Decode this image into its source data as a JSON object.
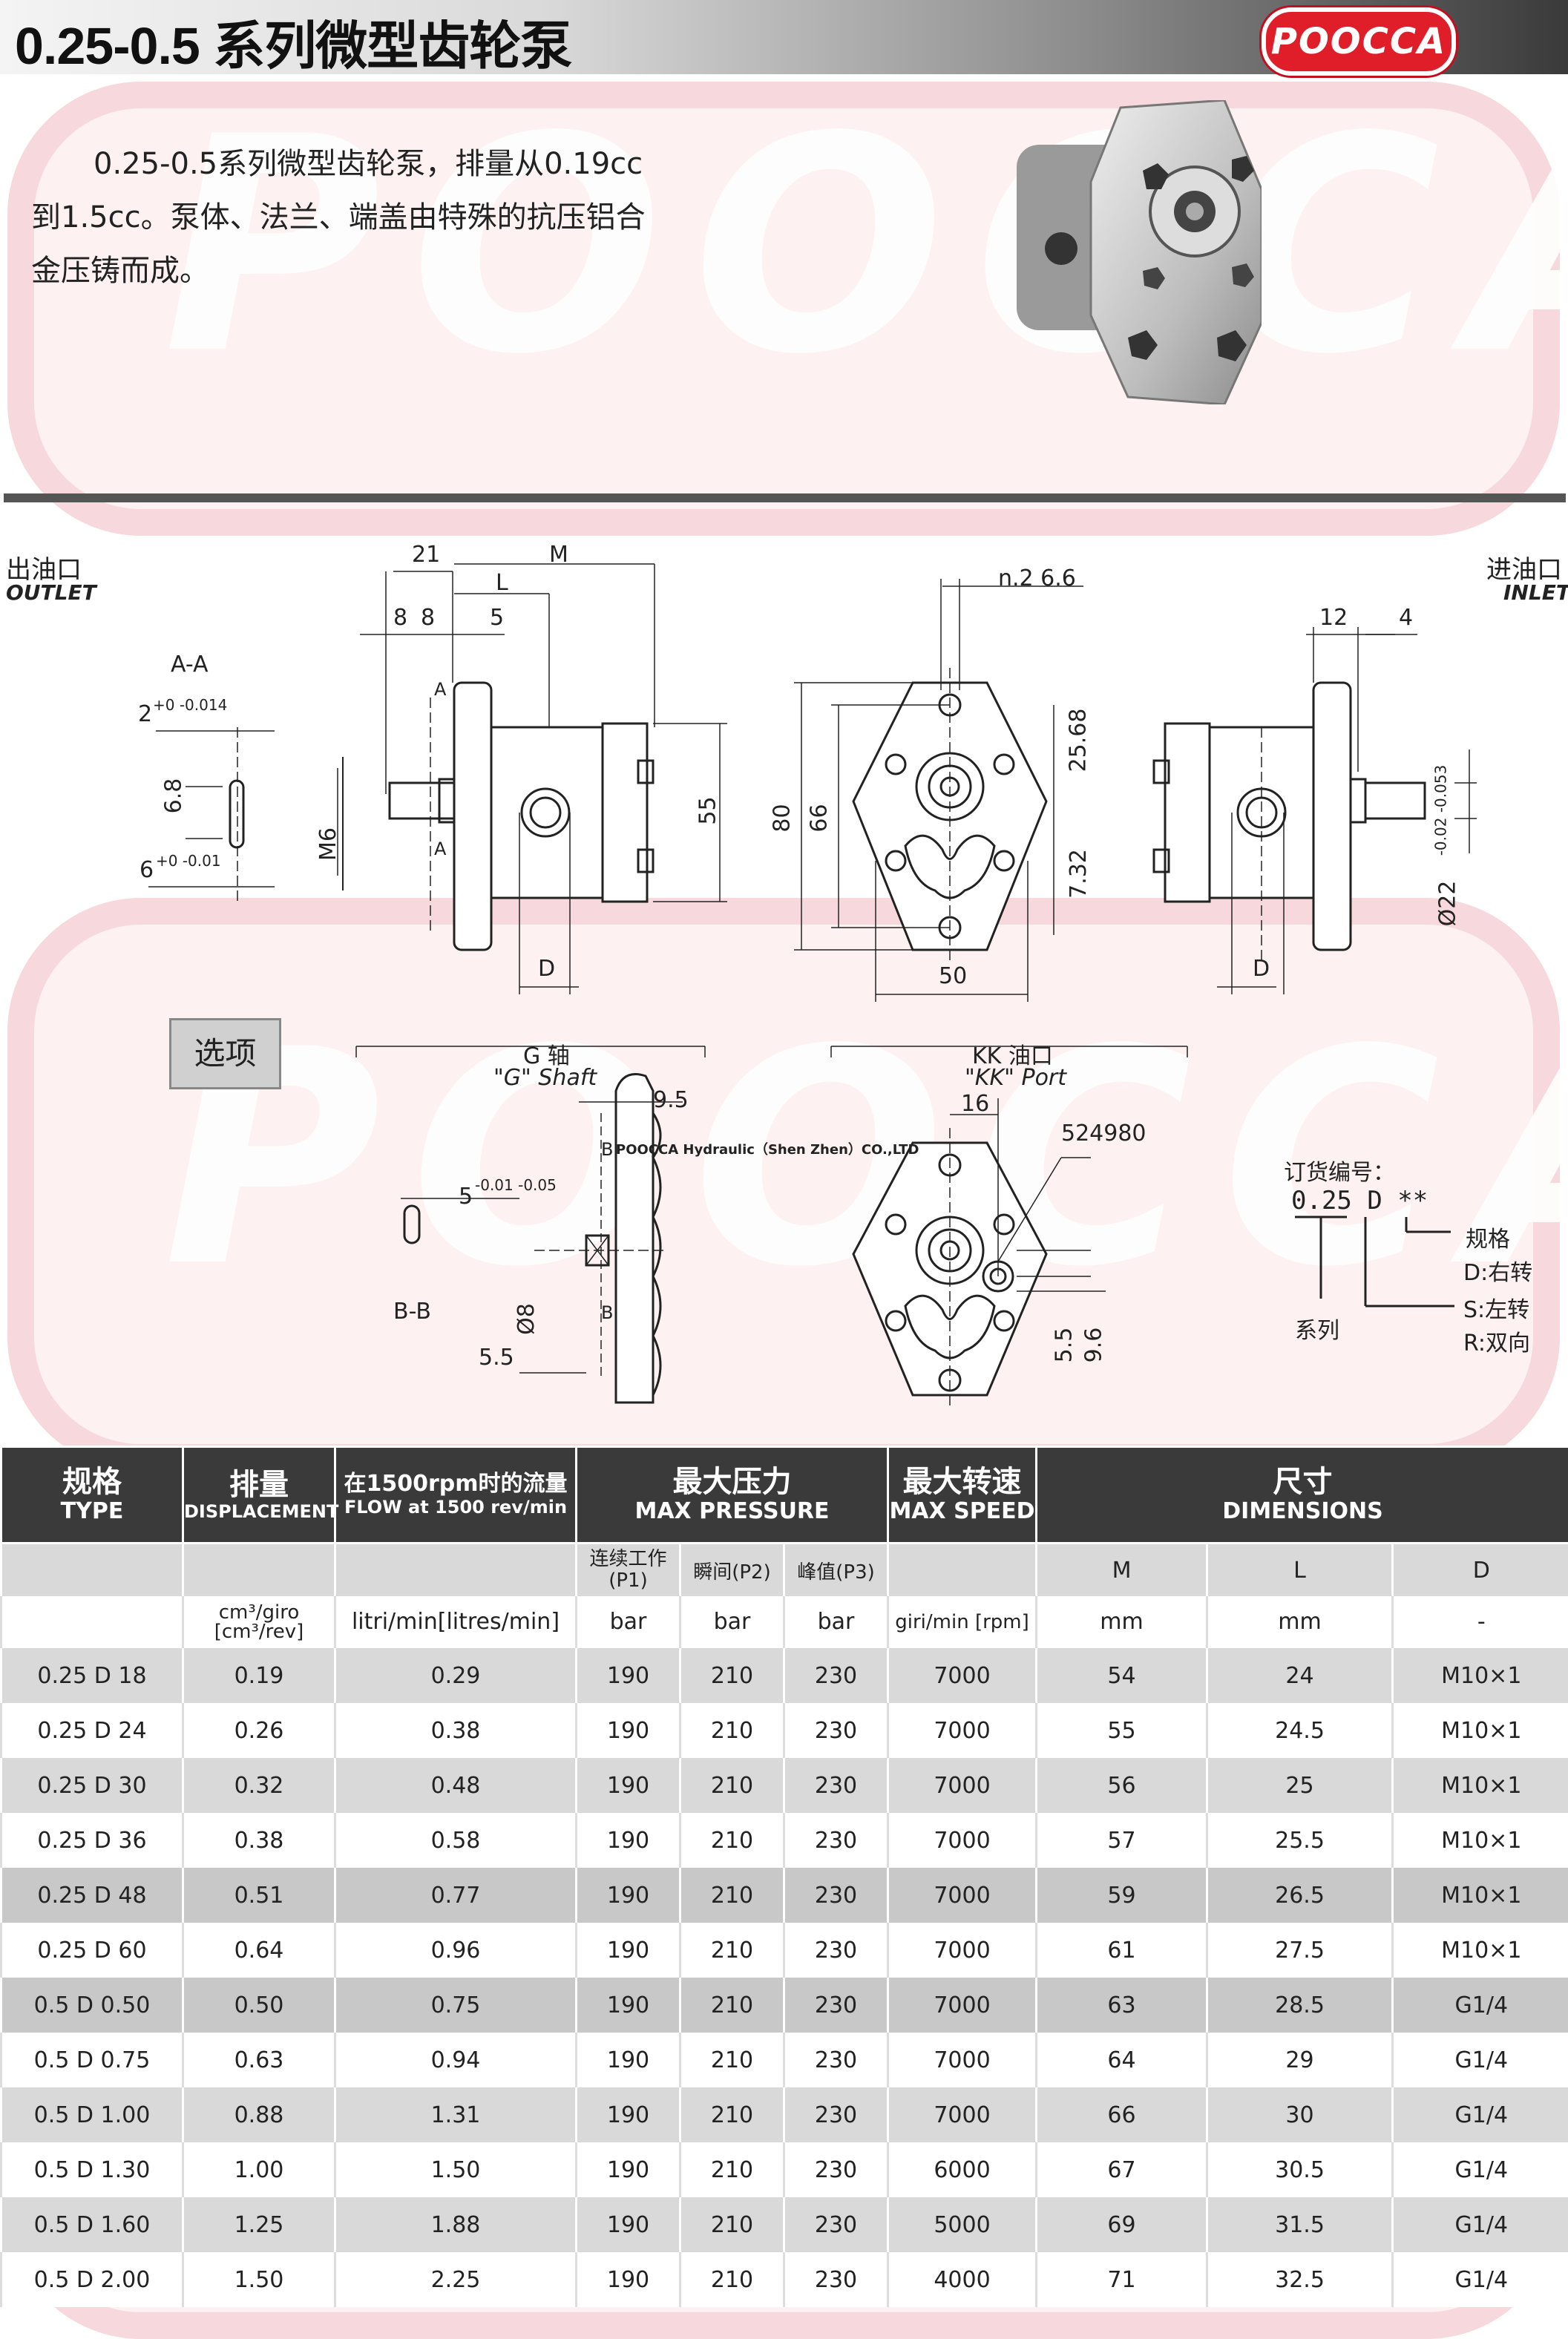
{
  "header": {
    "title": "0.25-0.5 系列微型齿轮泵",
    "logo_text": "POOCCA"
  },
  "intro": "0.25-0.5系列微型齿轮泵，排量从0.19cc到1.5cc。泵体、法兰、端盖由特殊的抗压铝合金压铸而成。",
  "drawing": {
    "outlet_cn": "出油口",
    "outlet_en": "OUTLET",
    "inlet_cn": "进油口",
    "inlet_en": "INLET",
    "section_aa": "A-A",
    "section_bb": "B-B",
    "dim_21": "21",
    "dim_m": "M",
    "dim_l": "L",
    "dim_8a": "8",
    "dim_8b": "8",
    "dim_5": "5",
    "dim_2": "2",
    "tol_2": "+0 -0.014",
    "dim_68": "6.8",
    "dim_6": "6",
    "tol_6": "+0 -0.01",
    "dim_m6": "M6",
    "dim_55": "55",
    "dim_d1": "D",
    "mark_a1": "A",
    "mark_a2": "A",
    "dim_n2": "n.2  6.6",
    "dim_80": "80",
    "dim_66": "66",
    "dim_2568": "25.68",
    "dim_732": "7.32",
    "dim_50": "50",
    "dim_12": "12",
    "dim_4": "4",
    "dim_22": "Ø22",
    "tol_22": "-0.02 -0.053",
    "dim_d2": "D",
    "options_label": "选项",
    "g_shaft_cn": "G 轴",
    "g_shaft_en": "\"G\" Shaft",
    "kk_port_cn": "KK 油口",
    "kk_port_en": "\"KK\" Port",
    "dim_95": "9.5",
    "dim_5b": "5",
    "tol_5b": "-0.01 -0.05",
    "dim_8b2": "Ø8",
    "dim_55b": "5.5",
    "mark_b1": "B",
    "mark_b2": "B",
    "dim_16": "16",
    "oring": "524980",
    "dim_55c": "5.5",
    "dim_96": "9.6",
    "company_text": "POOCCA Hydraulic（Shen Zhen）CO.,LTD",
    "order_title": "订货编号：",
    "order_code": "0.25  D  **",
    "order_spec": "规格",
    "order_series": "系列",
    "order_d": "D:右转",
    "order_s": "S:左转",
    "order_r": "R:双向"
  },
  "table": {
    "headers": [
      {
        "cn": "规格",
        "en": "TYPE"
      },
      {
        "cn": "排量",
        "en": "DISPLACEMENT"
      },
      {
        "cn": "在1500rpm时的流量",
        "en": "FLOW at 1500 rev/min"
      },
      {
        "cn": "最大压力",
        "en": "MAX PRESSURE"
      },
      {
        "cn": "最大转速",
        "en": "MAX SPEED"
      },
      {
        "cn": "尺寸",
        "en": "DIMENSIONS"
      }
    ],
    "sub_headers": [
      "连续工作(P1)",
      "瞬间(P2)",
      "峰值(P3)",
      "M",
      "L",
      "D"
    ],
    "units": [
      "",
      "cm³/giro [cm³/rev]",
      "litri/min[litres/min]",
      "bar",
      "bar",
      "bar",
      "giri/min [rpm]",
      "mm",
      "mm",
      "-"
    ],
    "rows": [
      [
        "0.25  D  18",
        "0.19",
        "0.29",
        "190",
        "210",
        "230",
        "7000",
        "54",
        "24",
        "M10×1"
      ],
      [
        "0.25  D  24",
        "0.26",
        "0.38",
        "190",
        "210",
        "230",
        "7000",
        "55",
        "24.5",
        "M10×1"
      ],
      [
        "0.25  D  30",
        "0.32",
        "0.48",
        "190",
        "210",
        "230",
        "7000",
        "56",
        "25",
        "M10×1"
      ],
      [
        "0.25  D  36",
        "0.38",
        "0.58",
        "190",
        "210",
        "230",
        "7000",
        "57",
        "25.5",
        "M10×1"
      ],
      [
        "0.25  D  48",
        "0.51",
        "0.77",
        "190",
        "210",
        "230",
        "7000",
        "59",
        "26.5",
        "M10×1"
      ],
      [
        "0.25  D  60",
        "0.64",
        "0.96",
        "190",
        "210",
        "230",
        "7000",
        "61",
        "27.5",
        "M10×1"
      ],
      [
        "0.5  D  0.50",
        "0.50",
        "0.75",
        "190",
        "210",
        "230",
        "7000",
        "63",
        "28.5",
        "G1/4"
      ],
      [
        "0.5  D  0.75",
        "0.63",
        "0.94",
        "190",
        "210",
        "230",
        "7000",
        "64",
        "29",
        "G1/4"
      ],
      [
        "0.5  D  1.00",
        "0.88",
        "1.31",
        "190",
        "210",
        "230",
        "7000",
        "66",
        "30",
        "G1/4"
      ],
      [
        "0.5  D  1.30",
        "1.00",
        "1.50",
        "190",
        "210",
        "230",
        "6000",
        "67",
        "30.5",
        "G1/4"
      ],
      [
        "0.5  D  1.60",
        "1.25",
        "1.88",
        "190",
        "210",
        "230",
        "5000",
        "69",
        "31.5",
        "G1/4"
      ],
      [
        "0.5  D  2.00",
        "1.50",
        "2.25",
        "190",
        "210",
        "230",
        "4000",
        "71",
        "32.5",
        "G1/4"
      ]
    ]
  }
}
